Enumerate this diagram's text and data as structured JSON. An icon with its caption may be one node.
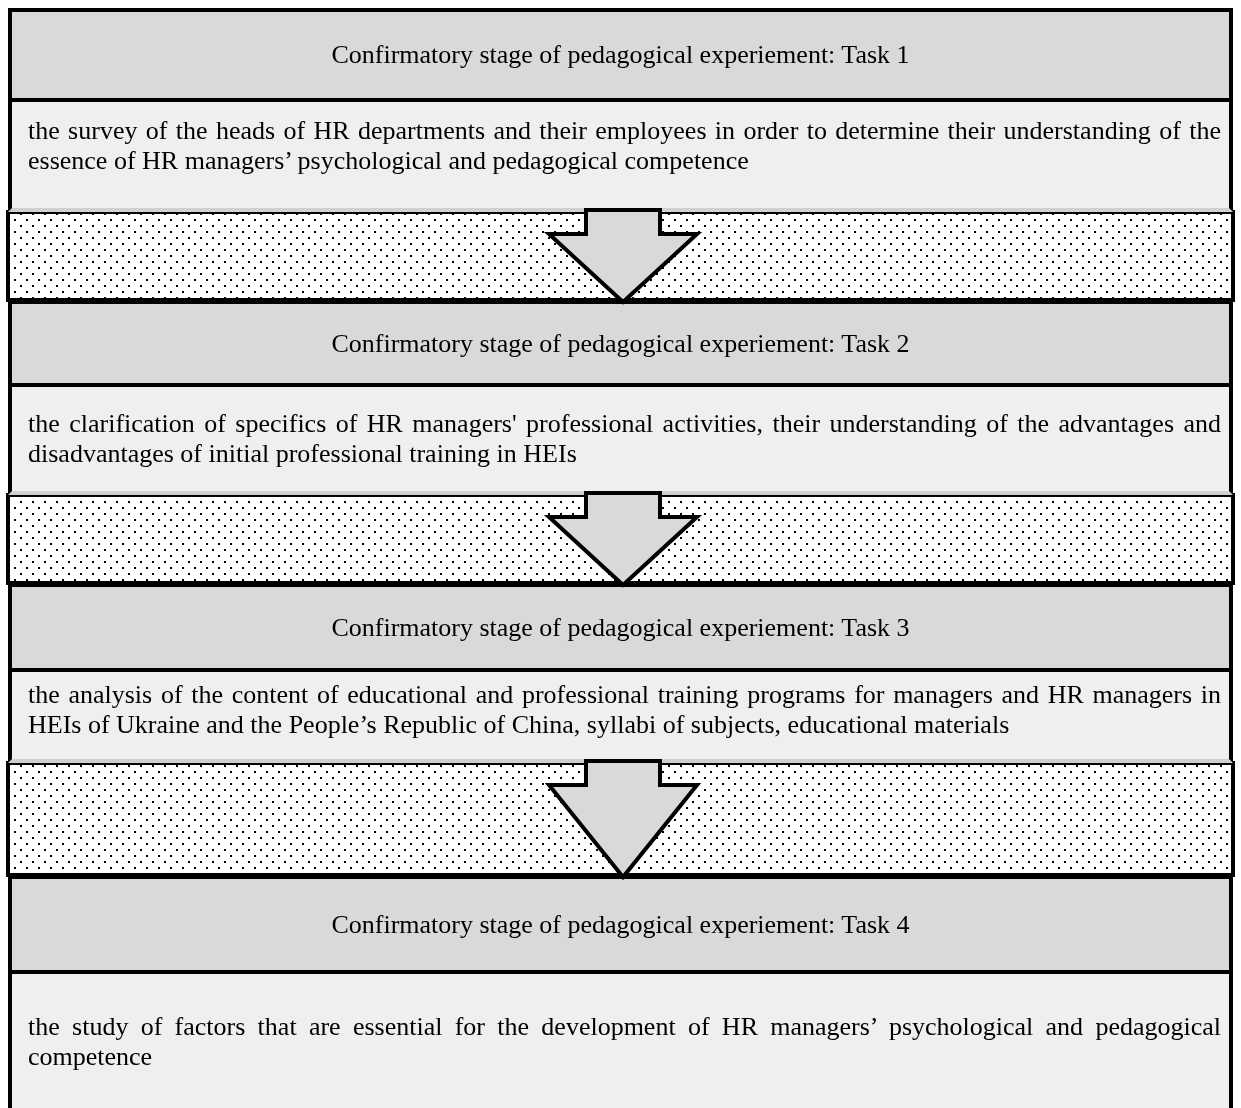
{
  "diagram": {
    "nodes": [
      {
        "text": [
          "Confirmatory stage of pedagogical experiement: Task 1",
          "the survey of the heads of HR departments and their employees in order to determine their understanding of the essence of HR managers’ psychological and pedagogical competence"
        ]
      },
      {
        "text": [
          "Confirmatory stage of pedagogical experiement: Task 2",
          "the clarification of specifics of HR managers' professional activities, their understanding of the advantages and disadvantages of initial professional training in HEIs"
        ]
      },
      {
        "text": [
          "Confirmatory stage of pedagogical experiement: Task 3",
          "the analysis of the content of educational and professional training programs for managers and HR managers in HEIs of Ukraine and the People’s Republic of China, syllabi of subjects, educational materials"
        ]
      },
      {
        "text": [
          "Confirmatory stage of pedagogical experiement: Task 4",
          "the study of factors that are essential for the development of HR managers’ psychological and pedagogical competence"
        ]
      }
    ],
    "edges": [
      {
        "from": 0,
        "to": 1,
        "arrow": "to"
      },
      {
        "from": 1,
        "to": 2,
        "arrow": "to"
      },
      {
        "from": 2,
        "to": 3,
        "arrow": "to"
      }
    ]
  }
}
